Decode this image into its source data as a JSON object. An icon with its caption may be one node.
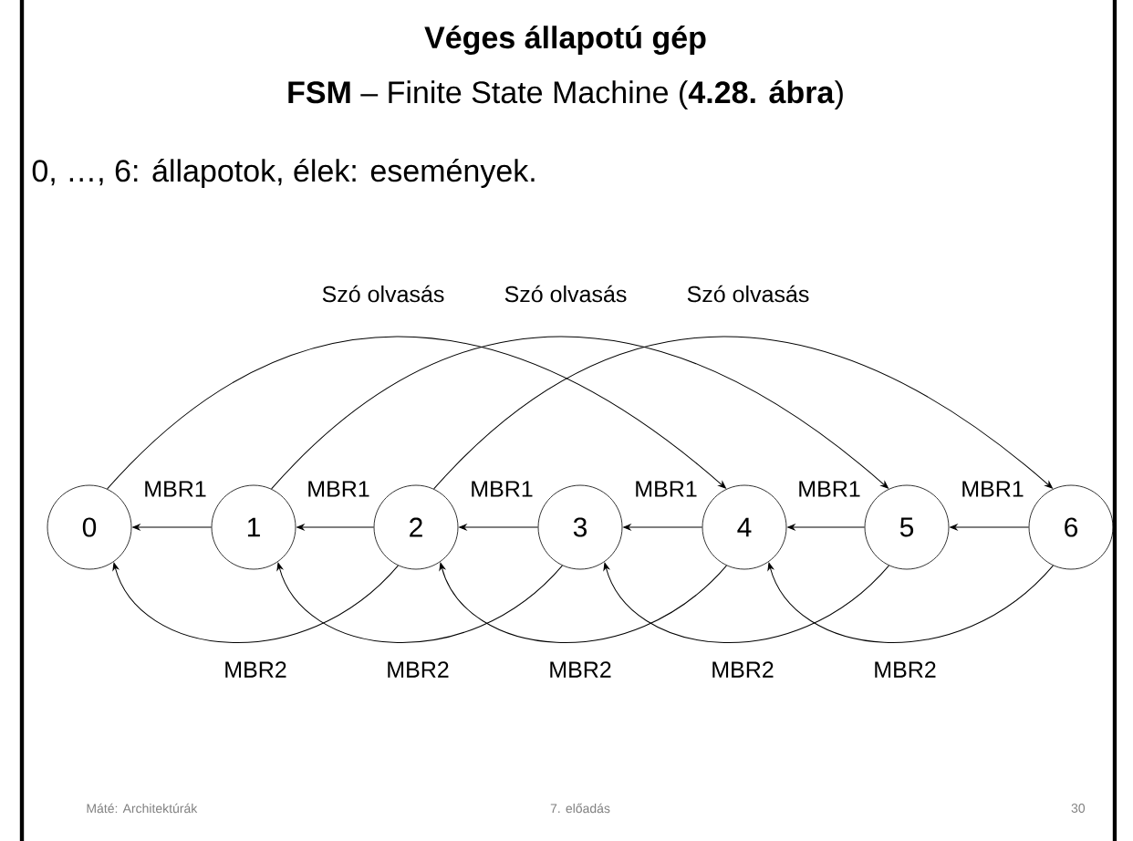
{
  "diagram": {
    "title": "Véges állapotú gép",
    "nodes": [
      {
        "text": [
          "0"
        ]
      },
      {
        "text": [
          "1"
        ]
      },
      {
        "text": [
          "2"
        ]
      },
      {
        "text": [
          "3"
        ]
      },
      {
        "text": [
          "4"
        ]
      },
      {
        "text": [
          "5"
        ]
      },
      {
        "text": [
          "6"
        ]
      }
    ],
    "edges": [
      {
        "from": 1,
        "to": 0,
        "arrow": "to",
        "label": "MBR1"
      },
      {
        "from": 2,
        "to": 1,
        "arrow": "to",
        "label": "MBR1"
      },
      {
        "from": 3,
        "to": 2,
        "arrow": "to",
        "label": "MBR1"
      },
      {
        "from": 4,
        "to": 3,
        "arrow": "to",
        "label": "MBR1"
      },
      {
        "from": 5,
        "to": 4,
        "arrow": "to",
        "label": "MBR1"
      },
      {
        "from": 6,
        "to": 5,
        "arrow": "to",
        "label": "MBR1"
      },
      {
        "from": 0,
        "to": 4,
        "arrow": "to",
        "label": "Szó olvasás"
      },
      {
        "from": 1,
        "to": 5,
        "arrow": "to",
        "label": "Szó olvasás"
      },
      {
        "from": 2,
        "to": 6,
        "arrow": "to",
        "label": "Szó olvasás"
      },
      {
        "from": 2,
        "to": 0,
        "arrow": "to",
        "label": "MBR2"
      },
      {
        "from": 3,
        "to": 1,
        "arrow": "to",
        "label": "MBR2"
      },
      {
        "from": 4,
        "to": 2,
        "arrow": "to",
        "label": "MBR2"
      },
      {
        "from": 5,
        "to": 3,
        "arrow": "to",
        "label": "MBR2"
      },
      {
        "from": 6,
        "to": 4,
        "arrow": "to",
        "label": "MBR2"
      }
    ],
    "labels": [
      "**FSM** – Finite State Machine (**4.28. ábra**)",
      "0, …, 6: állapotok, élek: események.",
      "Máté: Architektúrák",
      "7. előadás",
      "30"
    ]
  }
}
